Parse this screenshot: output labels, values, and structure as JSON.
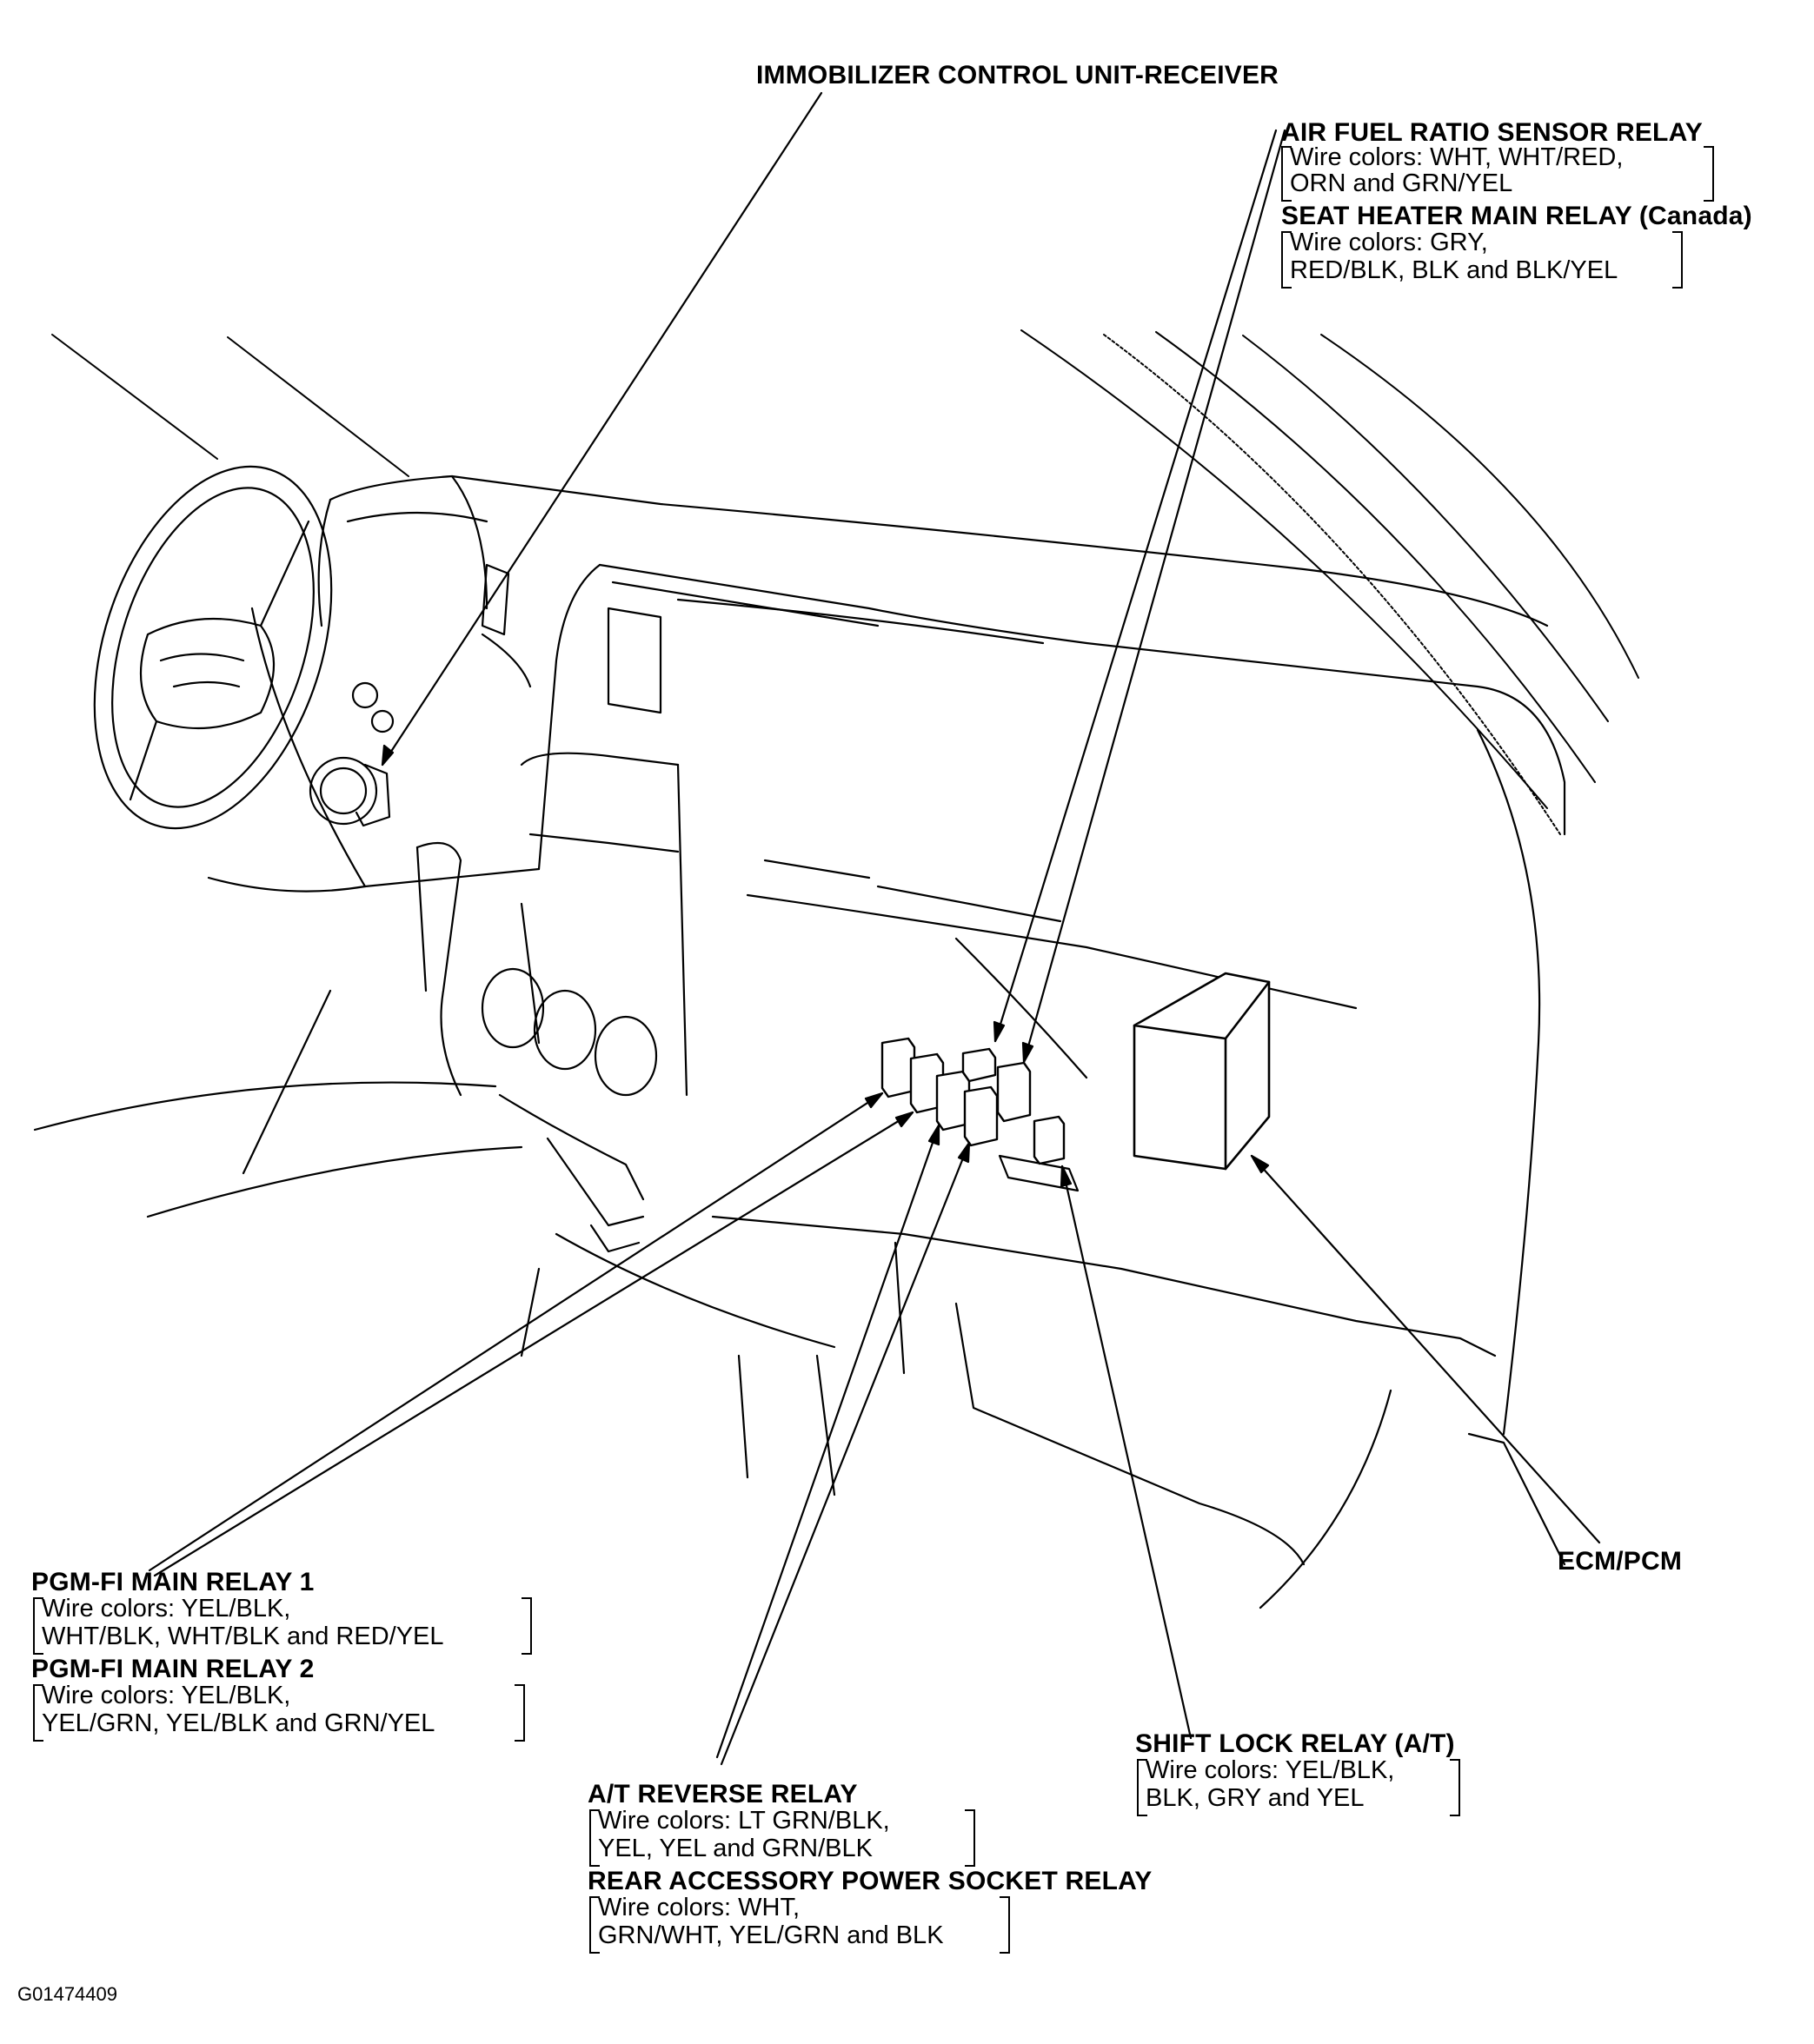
{
  "labels": {
    "immobilizer": "IMMOBILIZER CONTROL UNIT-RECEIVER",
    "air_fuel": {
      "title": "AIR FUEL RATIO SENSOR RELAY",
      "lines": [
        "Wire colors: WHT, WHT/RED,",
        "ORN and GRN/YEL"
      ]
    },
    "seat_heater": {
      "title": "SEAT HEATER MAIN RELAY (Canada)",
      "lines": [
        "Wire colors: GRY,",
        "RED/BLK, BLK and BLK/YEL"
      ]
    },
    "pgm1": {
      "title": "PGM-FI MAIN RELAY 1",
      "lines": [
        "Wire colors: YEL/BLK,",
        "WHT/BLK, WHT/BLK and RED/YEL"
      ]
    },
    "pgm2": {
      "title": "PGM-FI MAIN RELAY 2",
      "lines": [
        "Wire colors: YEL/BLK,",
        "YEL/GRN, YEL/BLK and GRN/YEL"
      ]
    },
    "at_reverse": {
      "title": "A/T REVERSE RELAY",
      "lines": [
        "Wire colors: LT GRN/BLK,",
        "YEL, YEL and GRN/BLK"
      ]
    },
    "rear_acc": {
      "title": "REAR ACCESSORY POWER SOCKET RELAY",
      "lines": [
        "Wire colors: WHT,",
        "GRN/WHT, YEL/GRN and BLK"
      ]
    },
    "shift_lock": {
      "title": "SHIFT LOCK RELAY (A/T)",
      "lines": [
        "Wire colors: YEL/BLK,",
        "BLK, GRY and YEL"
      ]
    },
    "ecm": "ECM/PCM"
  },
  "figure_code": "G01474409"
}
